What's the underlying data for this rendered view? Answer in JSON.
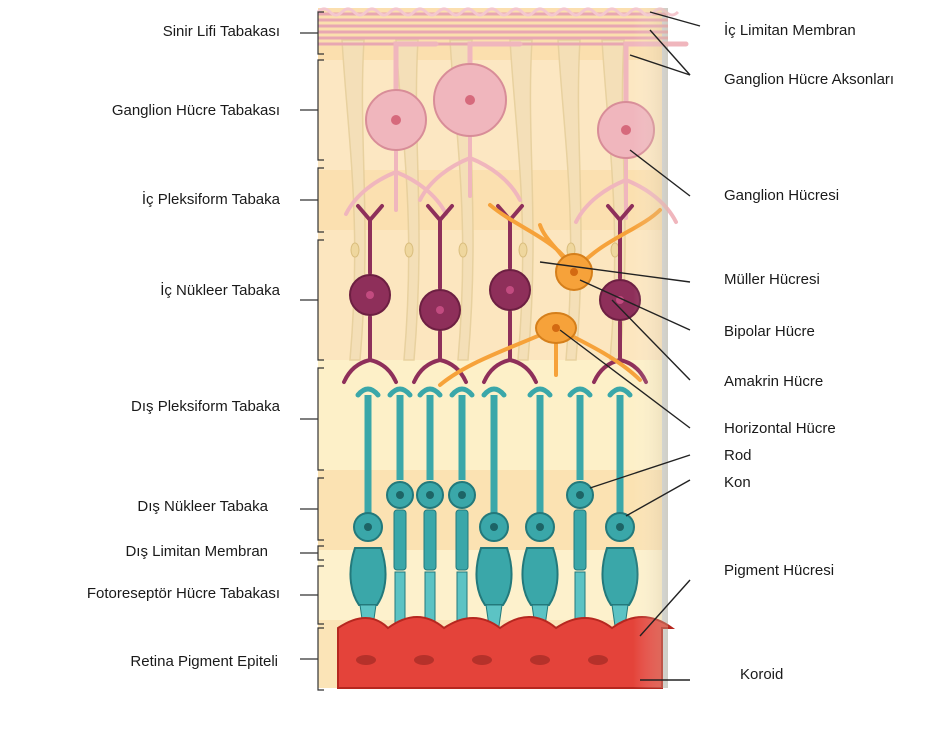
{
  "layers": [
    "Sinir Lifi Tabakası",
    "Ganglion Hücre Tabakası",
    "İç Pleksiform Tabaka",
    "İç Nükleer Tabaka",
    "Dış Pleksiform Tabaka",
    "Dış Nükleer Tabaka",
    "Dış Limitan Membran",
    "Fotoreseptör Hücre Tabakası",
    "Retina Pigment Epiteli"
  ],
  "structures": [
    "İç Limitan Membran",
    "Ganglion Hücre Aksonları",
    "Ganglion Hücresi",
    "Müller Hücresi",
    "Bipolar Hücre",
    "Amakrin Hücre",
    "Horizontal Hücre",
    "Rod",
    "Kon",
    "Pigment Hücresi",
    "Koroid"
  ],
  "colors": {
    "background_tissue": "#fbe3b6",
    "ganglion_cell": "#f0b6bd",
    "bipolar_cell": "#8e2f5a",
    "amacrine_horizontal": "#f6a23a",
    "photoreceptor": "#3aa7a9",
    "pigment_epithelium": "#e4433a",
    "muller_cell": "#f4dfb7"
  }
}
